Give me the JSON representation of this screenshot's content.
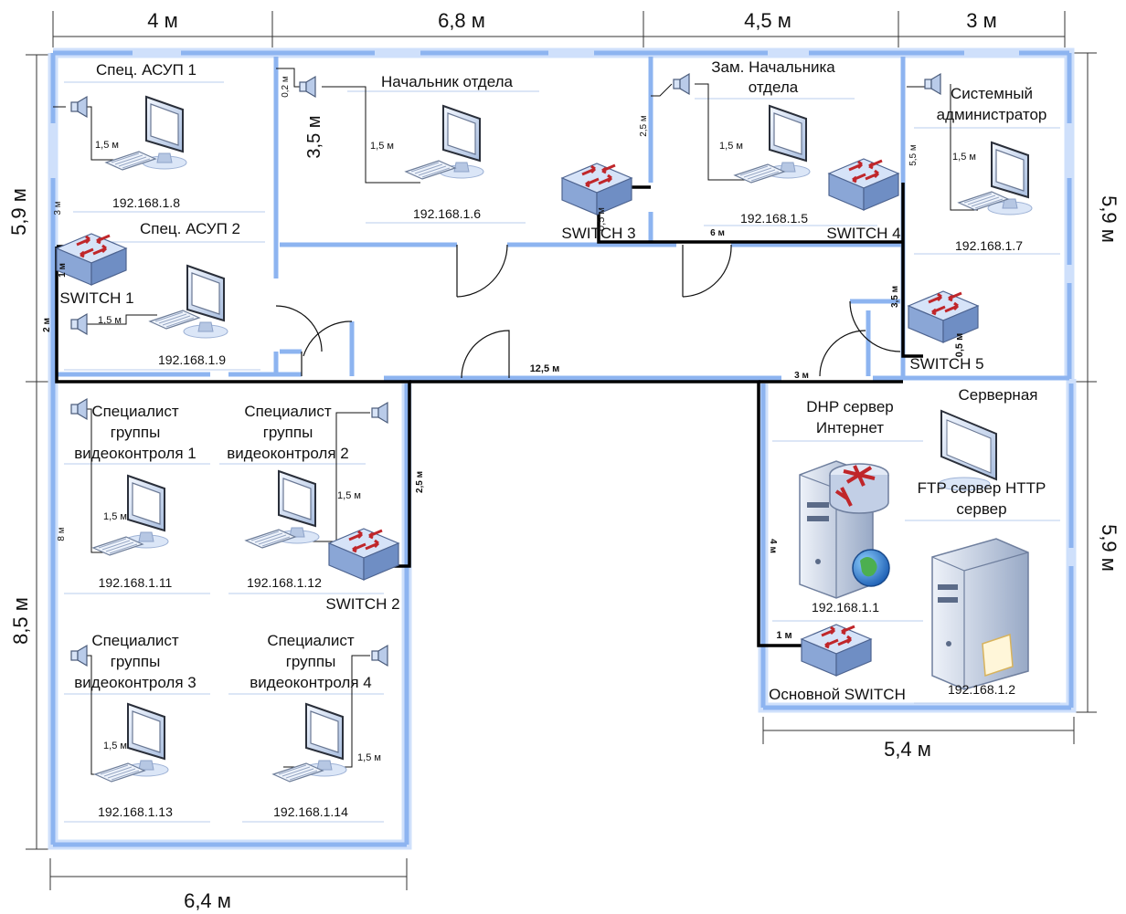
{
  "dimensions": {
    "top_1": "4 м",
    "top_2": "6,8 м",
    "top_3": "4,5 м",
    "top_4": "3 м",
    "left_upper": "5,9 м",
    "left_lower": "8,5 м",
    "right_upper": "5,9 м",
    "right_lower": "5,9 м",
    "bottom_left": "6,4 м",
    "bottom_right": "5,4 м"
  },
  "cable_labels": {
    "c_02": "0,2 м",
    "c_35": "3,5 м",
    "c_15_head": "1,5 м",
    "c_25_dep": "2,5 м",
    "c_15_dep": "1,5 м",
    "c_05_s3": "0,5 м",
    "c_6": "6 м",
    "c_55": "5,5 м",
    "c_15_sys": "1,5 м",
    "c_35_s5": "3,5 м",
    "c_05_s5": "0,5 м",
    "c_3_asup": "3 м",
    "c_15_asup1": "1,5 м",
    "c_1_s1": "1 м",
    "c_2": "2 м",
    "c_15_asup2": "1,5 м",
    "c_125": "12,5 м",
    "c_3_corr": "3 м",
    "c_25_s2": "2,5 м",
    "c_4": "4 м",
    "c_1_main": "1 м",
    "c_15_v1": "1,5 м",
    "c_15_v2": "1,5 м",
    "c_8": "8 м",
    "c_15_v3": "1,5 м",
    "c_15_v4": "1,5 м"
  },
  "rooms": {
    "asup1": "Спец. АСУП 1",
    "asup2": "Спец. АСУП 2",
    "head": "Начальник отдела",
    "deputy_1": "Зам. Начальника",
    "deputy_2": "отдела",
    "sysadmin_1": "Системный",
    "sysadmin_2": "администратор",
    "server_room": "Серверная",
    "dhcp_1": "DHP сервер",
    "dhcp_2": "Интернет",
    "ftp_1": "FTP сервер HTTP",
    "ftp_2": "сервер",
    "video_line1": "Специалист",
    "video_line2": "группы",
    "video1_line3": "видеоконтроля 1",
    "video2_line3": "видеоконтроля 2",
    "video3_line3": "видеоконтроля 3",
    "video4_line3": "видеоконтроля 4"
  },
  "ips": {
    "asup1": "192.168.1.8",
    "asup2": "192.168.1.9",
    "head": "192.168.1.6",
    "deputy": "192.168.1.5",
    "sysadmin": "192.168.1.7",
    "dhcp": "192.168.1.1",
    "ftp": "192.168.1.2",
    "video1": "192.168.1.11",
    "video2": "192.168.1.12",
    "video3": "192.168.1.13",
    "video4": "192.168.1.14"
  },
  "switches": {
    "s1": "SWITCH 1",
    "s2": "SWITCH 2",
    "s3": "SWITCH 3",
    "s4": "SWITCH 4",
    "s5": "SWITCH 5",
    "main": "Основной SWITCH"
  },
  "colors": {
    "wall": "#8db4f0",
    "wall_glow": "#cfe0fb",
    "cable": "#000000",
    "thin_line": "#9fb8e0",
    "monitor": "#c9d8f0",
    "switch_body": "#9db7e3",
    "arrow_red": "#c0262a"
  }
}
